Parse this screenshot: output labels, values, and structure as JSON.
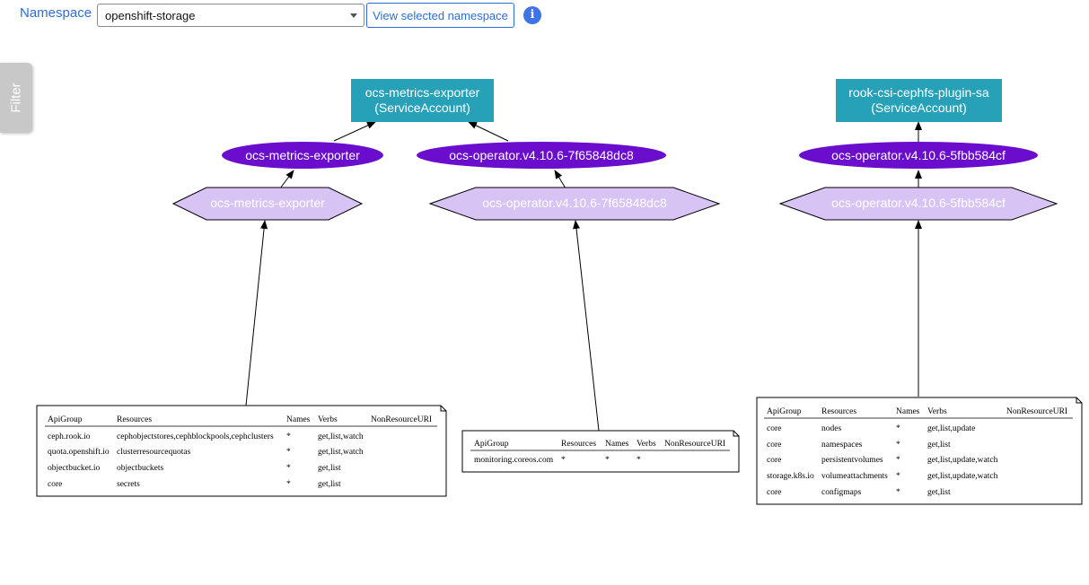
{
  "toolbar": {
    "namespace_label": "Namespace",
    "namespace_value": "openshift-storage",
    "view_button": "View selected namespace",
    "info_icon": "info-icon",
    "info_glyph": "i"
  },
  "filter_tab": {
    "label": "Filter"
  },
  "colors": {
    "accent": "#2b6fd6",
    "service_account": "#27a1b8",
    "role_binding": "#6a0dcc",
    "role": "#d7c4f5"
  },
  "graph": {
    "service_accounts": [
      {
        "line1": "ocs-metrics-exporter",
        "line2": "(ServiceAccount)"
      },
      {
        "line1": "rook-csi-cephfs-plugin-sa",
        "line2": "(ServiceAccount)"
      }
    ],
    "role_bindings": [
      {
        "label": "ocs-metrics-exporter"
      },
      {
        "label": "ocs-operator.v4.10.6-7f65848dc8"
      },
      {
        "label": "ocs-operator.v4.10.6-5fbb584cf"
      }
    ],
    "roles": [
      {
        "label": "ocs-metrics-exporter"
      },
      {
        "label": "ocs-operator.v4.10.6-7f65848dc8"
      },
      {
        "label": "ocs-operator.v4.10.6-5fbb584cf"
      }
    ],
    "rule_tables": [
      {
        "headers": [
          "ApiGroup",
          "Resources",
          "Names",
          "Verbs",
          "NonResourceURI"
        ],
        "rows": [
          [
            "ceph.rook.io",
            "cephobjectstores,cephblockpools,cephclusters",
            "*",
            "get,list,watch",
            ""
          ],
          [
            "quota.openshift.io",
            "clusterresourcequotas",
            "*",
            "get,list,watch",
            ""
          ],
          [
            "objectbucket.io",
            "objectbuckets",
            "*",
            "get,list",
            ""
          ],
          [
            "core",
            "secrets",
            "*",
            "get,list",
            ""
          ]
        ]
      },
      {
        "headers": [
          "ApiGroup",
          "Resources",
          "Names",
          "Verbs",
          "NonResourceURI"
        ],
        "rows": [
          [
            "monitoring.coreos.com",
            "*",
            "*",
            "*",
            ""
          ]
        ]
      },
      {
        "headers": [
          "ApiGroup",
          "Resources",
          "Names",
          "Verbs",
          "NonResourceURI"
        ],
        "rows": [
          [
            "core",
            "nodes",
            "*",
            "get,list,update",
            ""
          ],
          [
            "core",
            "namespaces",
            "*",
            "get,list",
            ""
          ],
          [
            "core",
            "persistentvolumes",
            "*",
            "get,list,update,watch",
            ""
          ],
          [
            "storage.k8s.io",
            "volumeattachments",
            "*",
            "get,list,update,watch",
            ""
          ],
          [
            "core",
            "configmaps",
            "*",
            "get,list",
            ""
          ]
        ]
      }
    ]
  }
}
